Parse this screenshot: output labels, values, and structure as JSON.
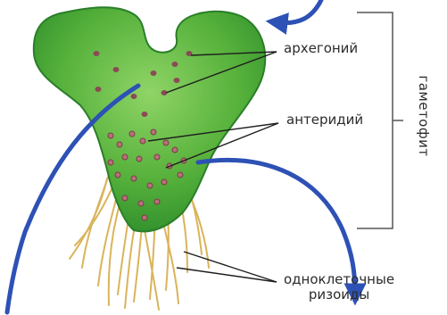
{
  "labels": {
    "archegonium": "архегоний",
    "antheridium": "антеридий",
    "rhizoids_line1": "одноклеточные",
    "rhizoids_line2": "ризоиды",
    "gametophyte": "гаметофит"
  },
  "colors": {
    "thallus_dark": "#2f8f2c",
    "thallus_light": "#7dcb55",
    "rhizoid": "#d9b45a",
    "arrow": "#2d51b5",
    "pointer_line": "#1e1e1e",
    "bracket": "#555555",
    "organ": "#8a4b55"
  }
}
